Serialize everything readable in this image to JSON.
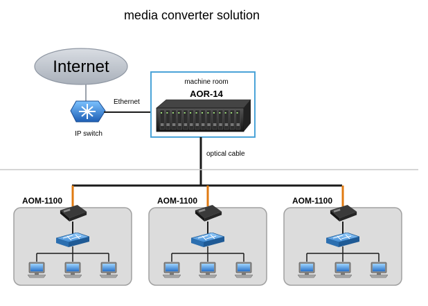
{
  "title": "media converter solution",
  "internet": {
    "label": "Internet"
  },
  "ip_switch": {
    "label": "IP switch"
  },
  "links": {
    "ethernet": "Ethernet",
    "optical": "optical cable"
  },
  "machine_room": {
    "caption": "machine room",
    "chassis_label": "AOR-14",
    "slot_count": 14
  },
  "sites": [
    {
      "converter_label": "AOM-1100",
      "pc_count": 3
    },
    {
      "converter_label": "AOM-1100",
      "pc_count": 3
    },
    {
      "converter_label": "AOM-1100",
      "pc_count": 3
    }
  ],
  "colors": {
    "site_fill": "#dcdcdc",
    "site_border": "#a0a0a0",
    "room_border": "#4aa3d8",
    "orange_drop": "#e07a10",
    "cable": "#1a1a1a",
    "switch_blue": "#2f7fd6",
    "cloud_fill": "#c9ced6"
  },
  "icons": {
    "internet": "cloud-icon",
    "ip_switch": "router-icon",
    "chassis": "rack-chassis-icon",
    "converter": "media-converter-icon",
    "lan_switch": "lan-switch-icon",
    "pc": "computer-icon"
  }
}
